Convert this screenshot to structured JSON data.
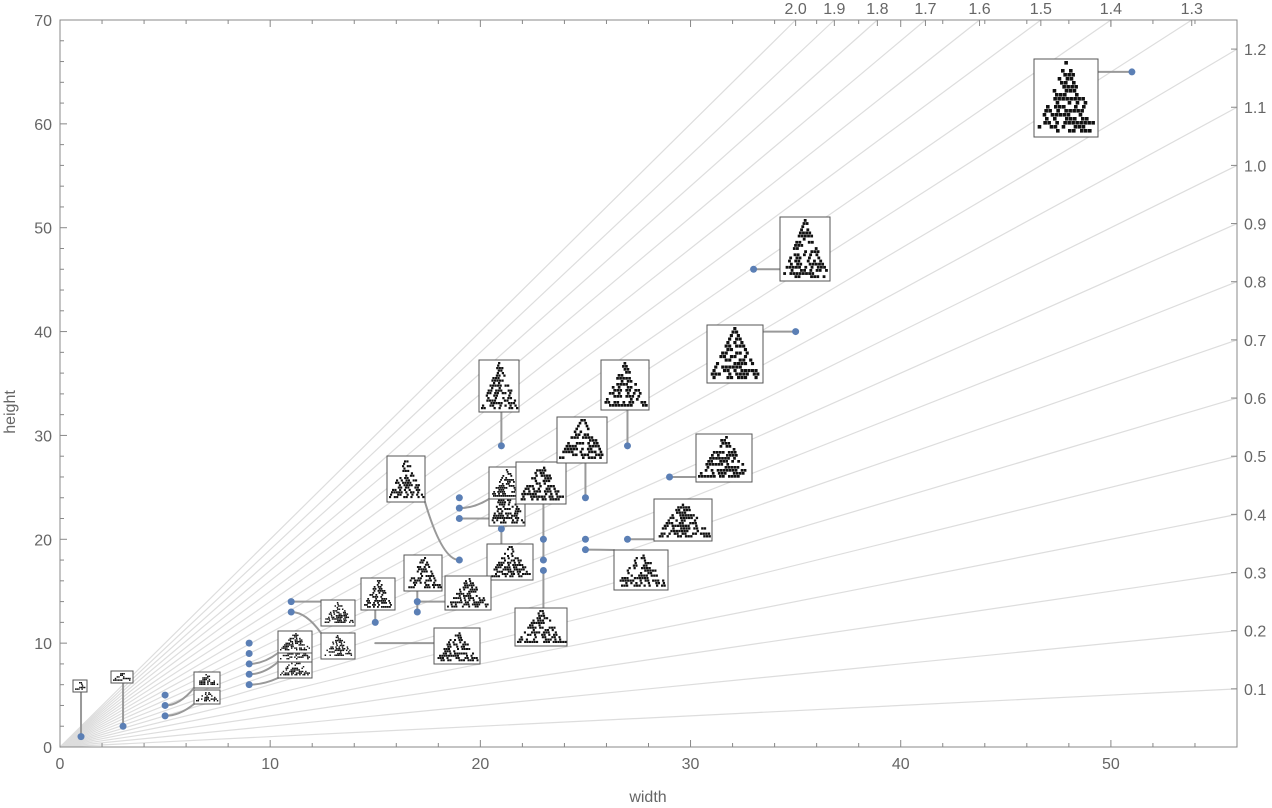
{
  "chart_data": {
    "type": "scatter",
    "title": "",
    "xlabel": "width",
    "ylabel": "height",
    "xlim": [
      0,
      56
    ],
    "ylim": [
      0,
      70
    ],
    "x_ticks": [
      0,
      10,
      20,
      30,
      40,
      50
    ],
    "y_ticks": [
      0,
      10,
      20,
      30,
      40,
      50,
      60,
      70
    ],
    "grid": false,
    "colors": {
      "points": "#5b7fb5",
      "ratio_lines": "#dddddd",
      "frame": "#888888",
      "leaders": "#999999",
      "text": "#666666"
    },
    "ratio_lines": {
      "right_labels": [
        "0.1",
        "0.2",
        "0.3",
        "0.4",
        "0.5",
        "0.6",
        "0.7",
        "0.8",
        "0.9",
        "1.0",
        "1.1",
        "1.2"
      ],
      "top_labels": [
        "1.3",
        "1.4",
        "1.5",
        "1.6",
        "1.7",
        "1.8",
        "1.9",
        "2.0"
      ]
    },
    "points": [
      {
        "x": 1,
        "y": 1
      },
      {
        "x": 3,
        "y": 2
      },
      {
        "x": 5,
        "y": 3
      },
      {
        "x": 5,
        "y": 4
      },
      {
        "x": 5,
        "y": 5
      },
      {
        "x": 9,
        "y": 6
      },
      {
        "x": 9,
        "y": 7
      },
      {
        "x": 9,
        "y": 8
      },
      {
        "x": 9,
        "y": 9
      },
      {
        "x": 9,
        "y": 10
      },
      {
        "x": 11,
        "y": 13
      },
      {
        "x": 11,
        "y": 14
      },
      {
        "x": 15,
        "y": 12
      },
      {
        "x": 17,
        "y": 13
      },
      {
        "x": 17,
        "y": 14
      },
      {
        "x": 19,
        "y": 18
      },
      {
        "x": 19,
        "y": 22
      },
      {
        "x": 19,
        "y": 23
      },
      {
        "x": 19,
        "y": 24
      },
      {
        "x": 21,
        "y": 21
      },
      {
        "x": 21,
        "y": 29
      },
      {
        "x": 23,
        "y": 17
      },
      {
        "x": 23,
        "y": 18
      },
      {
        "x": 23,
        "y": 20
      },
      {
        "x": 25,
        "y": 19
      },
      {
        "x": 25,
        "y": 20
      },
      {
        "x": 25,
        "y": 24
      },
      {
        "x": 27,
        "y": 20
      },
      {
        "x": 27,
        "y": 29
      },
      {
        "x": 29,
        "y": 26
      },
      {
        "x": 33,
        "y": 46
      },
      {
        "x": 35,
        "y": 40
      },
      {
        "x": 51,
        "y": 65
      }
    ]
  }
}
